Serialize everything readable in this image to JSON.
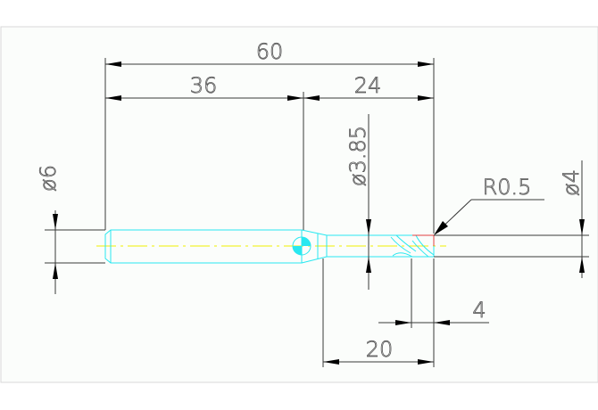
{
  "drawing": {
    "dimensions": {
      "overall_length": "60",
      "shank_length": "36",
      "neck_length": "24",
      "shank_diameter": "ø6",
      "neck_diameter": "ø3.85",
      "cutter_diameter": "ø4",
      "corner_radius": "R0.5",
      "reach_length": "20",
      "flute_length": "4"
    },
    "colors": {
      "part": "#28e8f0",
      "centerline": "#f0f000",
      "dimension": "#3a3a3a",
      "corner": "#e04040"
    }
  }
}
